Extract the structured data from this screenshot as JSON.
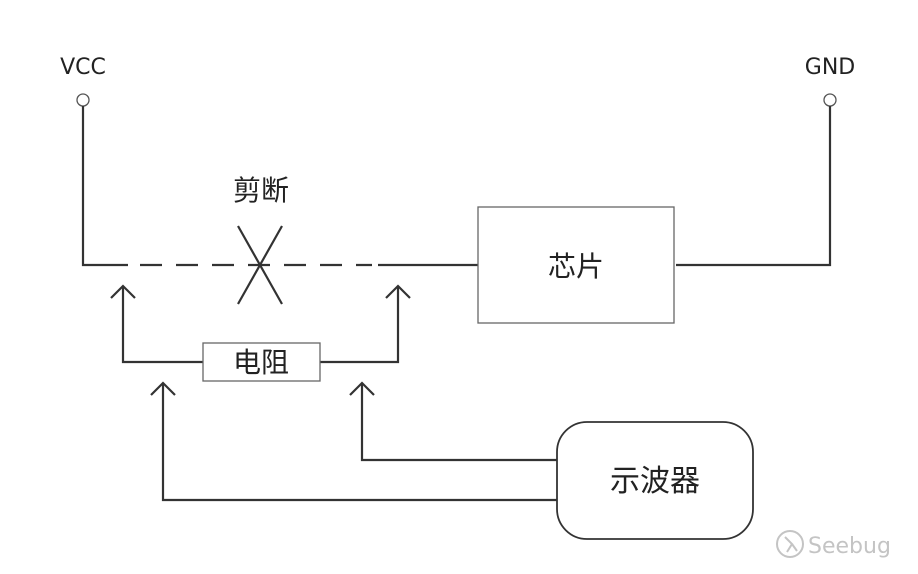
{
  "labels": {
    "vcc": "VCC",
    "gnd": "GND",
    "cut": "剪断",
    "chip": "芯片",
    "resistor": "电阻",
    "oscilloscope": "示波器"
  },
  "watermark": {
    "text": "Seebug"
  },
  "colors": {
    "line": "#333333",
    "box_border": "#555555",
    "watermark": "#c4c4c4"
  }
}
